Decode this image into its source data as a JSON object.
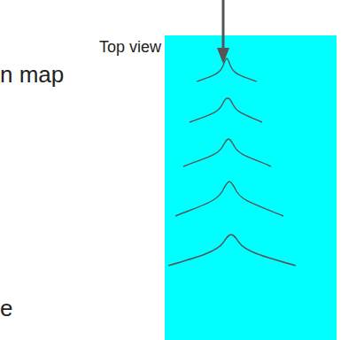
{
  "diagram": {
    "labels": [
      "Top view",
      "n map",
      "e"
    ]
  }
}
